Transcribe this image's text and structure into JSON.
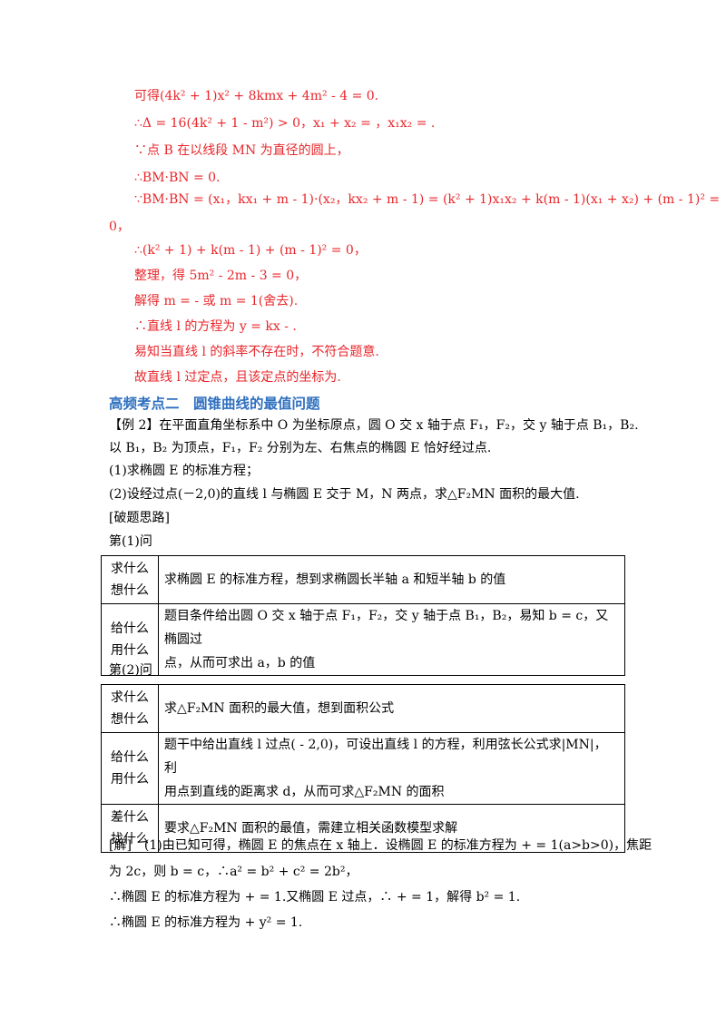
{
  "solution_part1": [
    "可得(4k² + 1)x² + 8kmx + 4m² - 4 = 0.",
    "∴Δ = 16(4k² + 1 - m²) > 0，x₁ + x₂ = ，x₁x₂ = .",
    "∵点 B 在以线段 MN 为直径的圆上，",
    "∴BM·BN = 0.",
    "∵BM·BN = (x₁，kx₁ + m - 1)·(x₂，kx₂ + m - 1) = (k² + 1)x₁x₂ + k(m - 1)(x₁ + x₂) + (m - 1)² =",
    "0，",
    "∴(k² + 1) + k(m - 1) + (m - 1)² = 0，",
    "整理，得 5m² - 2m - 3 = 0，",
    "解得 m = - 或 m = 1(舍去).",
    "∴直线 l 的方程为 y = kx - .",
    "易知当直线 l 的斜率不存在时，不符合题意.",
    "故直线 l 过定点，且该定点的坐标为."
  ],
  "section_heading": "高频考点二　圆锥曲线的最值问题",
  "example": [
    "【例 2】在平面直角坐标系中 O 为坐标原点，圆 O 交 x 轴于点 F₁，F₂，交 y 轴于点 B₁，B₂.",
    "以 B₁，B₂ 为顶点，F₁，F₂ 分别为左、右焦点的椭圆 E 恰好经过点.",
    "(1)求椭圆 E 的标准方程；",
    "(2)设经过点(－2,0)的直线 l 与椭圆 E 交于 M，N 两点，求△F₂MN 面积的最大值.",
    "[破题思路]"
  ],
  "q1_title": "第(1)问",
  "q1_table": [
    {
      "label": [
        "求什么",
        "想什么"
      ],
      "content": [
        "求椭圆 E 的标准方程，想到求椭圆长半轴 a 和短半轴 b 的值"
      ]
    },
    {
      "label": [
        "给什么",
        "用什么"
      ],
      "content": [
        "题目条件给出圆 O 交 x 轴于点 F₁，F₂，交 y 轴于点 B₁，B₂，易知 b = c，又椭圆过",
        "点，从而可求出 a，b 的值"
      ]
    }
  ],
  "q2_title": "第(2)问",
  "q2_table": [
    {
      "label": [
        "求什么",
        "想什么"
      ],
      "content": [
        "求△F₂MN 面积的最大值，想到面积公式"
      ]
    },
    {
      "label": [
        "给什么",
        "用什么"
      ],
      "content": [
        "题干中给出直线 l 过点( - 2,0)，可设出直线 l 的方程，利用弦长公式求|MN|，利",
        "用点到直线的距离求 d，从而可求△F₂MN 的面积"
      ]
    },
    {
      "label": [
        "差什么",
        "找什么"
      ],
      "content": [
        "要求△F₂MN 面积的最值，需建立相关函数模型求解"
      ]
    }
  ],
  "answer": [
    "[解]　(1)由已知可得，椭圆 E 的焦点在 x 轴上．设椭圆 E 的标准方程为 + = 1(a>b>0)，焦距",
    "为 2c，则 b = c，∴a² = b² + c² = 2b²，",
    "∴椭圆 E 的标准方程为 + = 1.又椭圆 E 过点，∴ + = 1，解得 b² = 1.",
    "∴椭圆 E 的标准方程为 + y² = 1."
  ],
  "colors": {
    "highlight": "#e8262b",
    "heading": "#2e6fbf"
  }
}
